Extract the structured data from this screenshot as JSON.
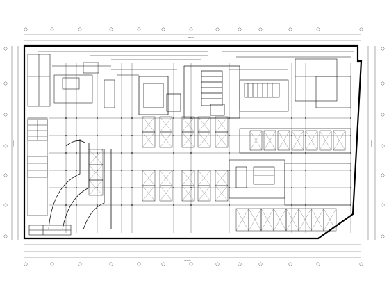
{
  "drawing": {
    "kind": "basement parking electrical/lighting floor plan (CAD)",
    "colors": {
      "background": "#ffffff",
      "line": "#111111",
      "thin_line": "#333333",
      "hatch": "#555555"
    }
  },
  "labels": {
    "top_total": "36000",
    "bottom_total": "36000",
    "left_total": "24000",
    "right_total": "24000"
  }
}
